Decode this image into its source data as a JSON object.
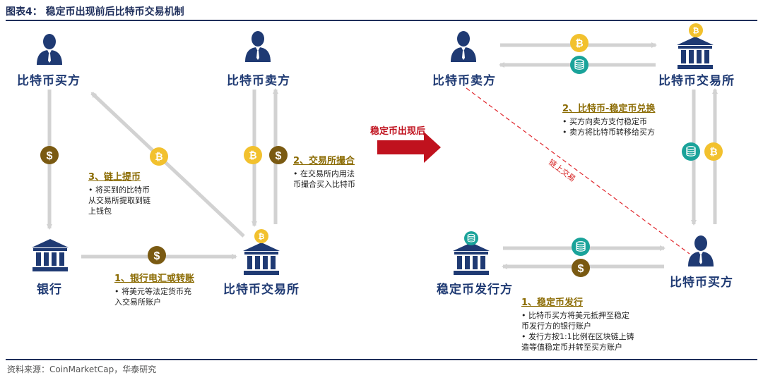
{
  "figure_title": "图表4：  稳定币出现前后比特币交易机制",
  "source": "资料来源：CoinMarketCap，华泰研究",
  "middle_arrow_label": "稳定币出现后",
  "left": {
    "buyer_label": "比特币买方",
    "seller_label": "比特币卖方",
    "bank_label": "银行",
    "exchange_label": "比特币交易所",
    "step1": {
      "title": "1、银行电汇或转账",
      "lines": [
        "• 将美元等法定货币充",
        "入交易所账户"
      ]
    },
    "step2": {
      "title": "2、交易所撮合",
      "lines": [
        "• 在交易所内用法",
        "币撮合买入比特币"
      ]
    },
    "step3": {
      "title": "3、链上提币",
      "lines": [
        "• 将买到的比特币",
        "从交易所提取到链",
        "上钱包"
      ]
    }
  },
  "right": {
    "seller_label": "比特币卖方",
    "exchange_label": "比特币交易所",
    "issuer_label": "稳定币发行方",
    "buyer_label": "比特币买方",
    "chain_label": "链上交易",
    "step1": {
      "title": "1、稳定币发行",
      "lines": [
        "• 比特币买方将美元抵押至稳定",
        "币发行方的银行账户",
        "• 发行方按1:1比例在区块链上铸",
        "造等值稳定币并转至买方账户"
      ]
    },
    "step2": {
      "title": "2、比特币-稳定币兑换",
      "lines": [
        "• 买方向卖方支付稳定币",
        "• 卖方将比特币转移给买方"
      ]
    }
  },
  "coin_symbols": {
    "dollar": "$",
    "bitcoin": "₿"
  },
  "colors": {
    "navy": "#1f3a73",
    "title_navy": "#1f2f5c",
    "gold": "#f2c12e",
    "brown": "#7a5a12",
    "teal": "#1aa39a",
    "gray_arrow": "#cfcfcf",
    "red": "#c0121e"
  },
  "icons": {
    "person": "person-icon",
    "bank": "bank-icon",
    "dollar_coin": "dollar-coin-icon",
    "bitcoin_coin": "bitcoin-coin-icon",
    "stablecoin_coin": "stablecoin-coin-icon"
  }
}
